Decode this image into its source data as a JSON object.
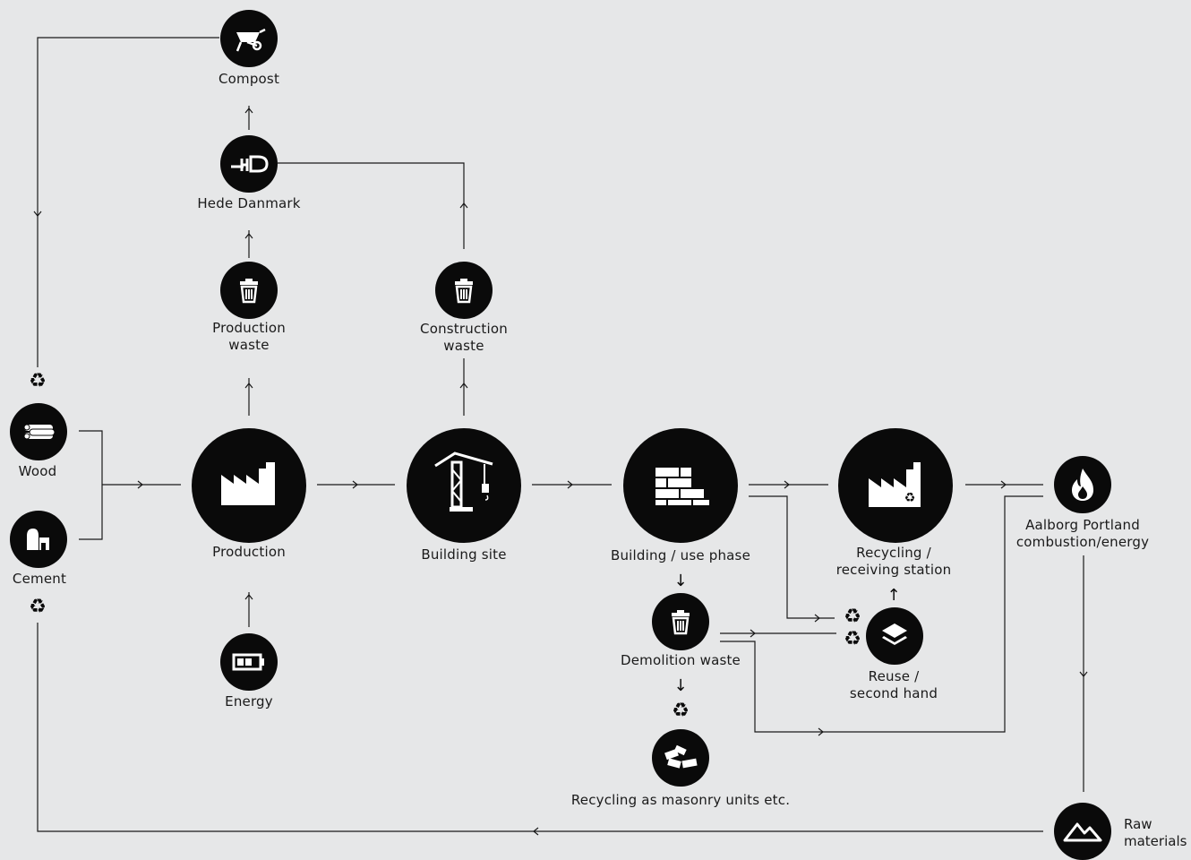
{
  "nodes": {
    "compost": {
      "label": "Compost",
      "icon": "wheelbarrow-icon"
    },
    "hede": {
      "label": "Hede Danmark",
      "icon": "hd-logo-icon"
    },
    "production_waste": {
      "label_1": "Production",
      "label_2": "waste",
      "icon": "trash-icon"
    },
    "construction_waste": {
      "label_1": "Construction",
      "label_2": "waste",
      "icon": "trash-icon"
    },
    "wood": {
      "label": "Wood",
      "icon": "logs-icon"
    },
    "cement": {
      "label": "Cement",
      "icon": "cement-silo-icon"
    },
    "production": {
      "label": "Production",
      "icon": "factory-icon"
    },
    "building_site": {
      "label": "Building site",
      "icon": "crane-icon"
    },
    "building_use": {
      "label": "Building / use phase",
      "icon": "bricks-icon"
    },
    "recycling_station": {
      "label_1": "Recycling /",
      "label_2": "receiving station",
      "icon": "recycling-factory-icon"
    },
    "aalborg": {
      "label_1": "Aalborg Portland",
      "label_2": "combustion/energy",
      "icon": "flame-icon"
    },
    "energy": {
      "label": "Energy",
      "icon": "battery-icon"
    },
    "demolition": {
      "label": "Demolition waste",
      "icon": "trash-icon"
    },
    "reuse": {
      "label_1": "Reuse /",
      "label_2": "second hand",
      "icon": "layers-icon"
    },
    "masonry": {
      "label": "Recycling as masonry units etc.",
      "icon": "broken-bricks-icon"
    },
    "raw": {
      "label_1": "Raw",
      "label_2": "materials",
      "icon": "mountain-icon"
    }
  },
  "symbols": {
    "recycle": "♻",
    "arrow_down": "↓",
    "arrow_up": "↑"
  },
  "colors": {
    "background": "#e6e7e8",
    "node": "#0a0a0a",
    "line": "#1a1a1a"
  }
}
